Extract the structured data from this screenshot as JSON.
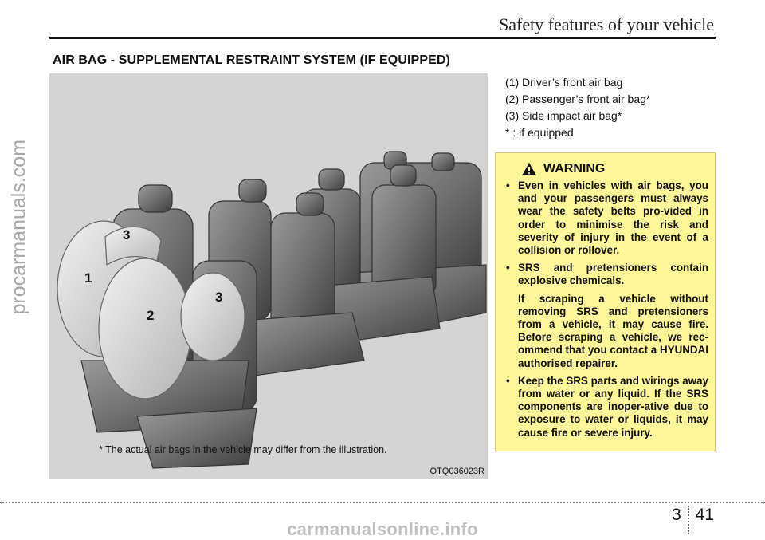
{
  "header": {
    "section_title": "Safety features of your vehicle"
  },
  "heading": "AIR BAG - SUPPLEMENTAL RESTRAINT SYSTEM (IF EQUIPPED)",
  "legend": [
    "(1) Driver’s front air bag",
    "(2) Passenger’s front air bag*",
    "(3) Side impact air bag*",
    "* : if equipped"
  ],
  "figure": {
    "note": "* The actual air bags in the vehicle may differ from the illustration.",
    "code": "OTQ036023R",
    "callouts": [
      "1",
      "2",
      "3",
      "3"
    ]
  },
  "warning": {
    "title": "WARNING",
    "items": [
      "Even in vehicles with air bags, you and your passengers must always wear the safety belts pro-vided in order to minimise the risk and severity of injury in the event of a collision or rollover.",
      "SRS and pretensioners contain explosive chemicals.",
      "Keep the SRS parts and wirings away from water or any liquid. If the SRS components are inoper-ative due to exposure to water or liquids, it may cause fire or severe injury."
    ],
    "item2_extra": "If scraping a vehicle without removing SRS and pretensioners from a vehicle, it may cause fire. Before scraping a vehicle, we rec-ommend that you contact a HYUNDAI authorised repairer."
  },
  "page": {
    "chapter": "3",
    "number": "41"
  },
  "watermarks": {
    "side": "procarmanuals.com",
    "bottom": "carmanualsonline.info"
  }
}
